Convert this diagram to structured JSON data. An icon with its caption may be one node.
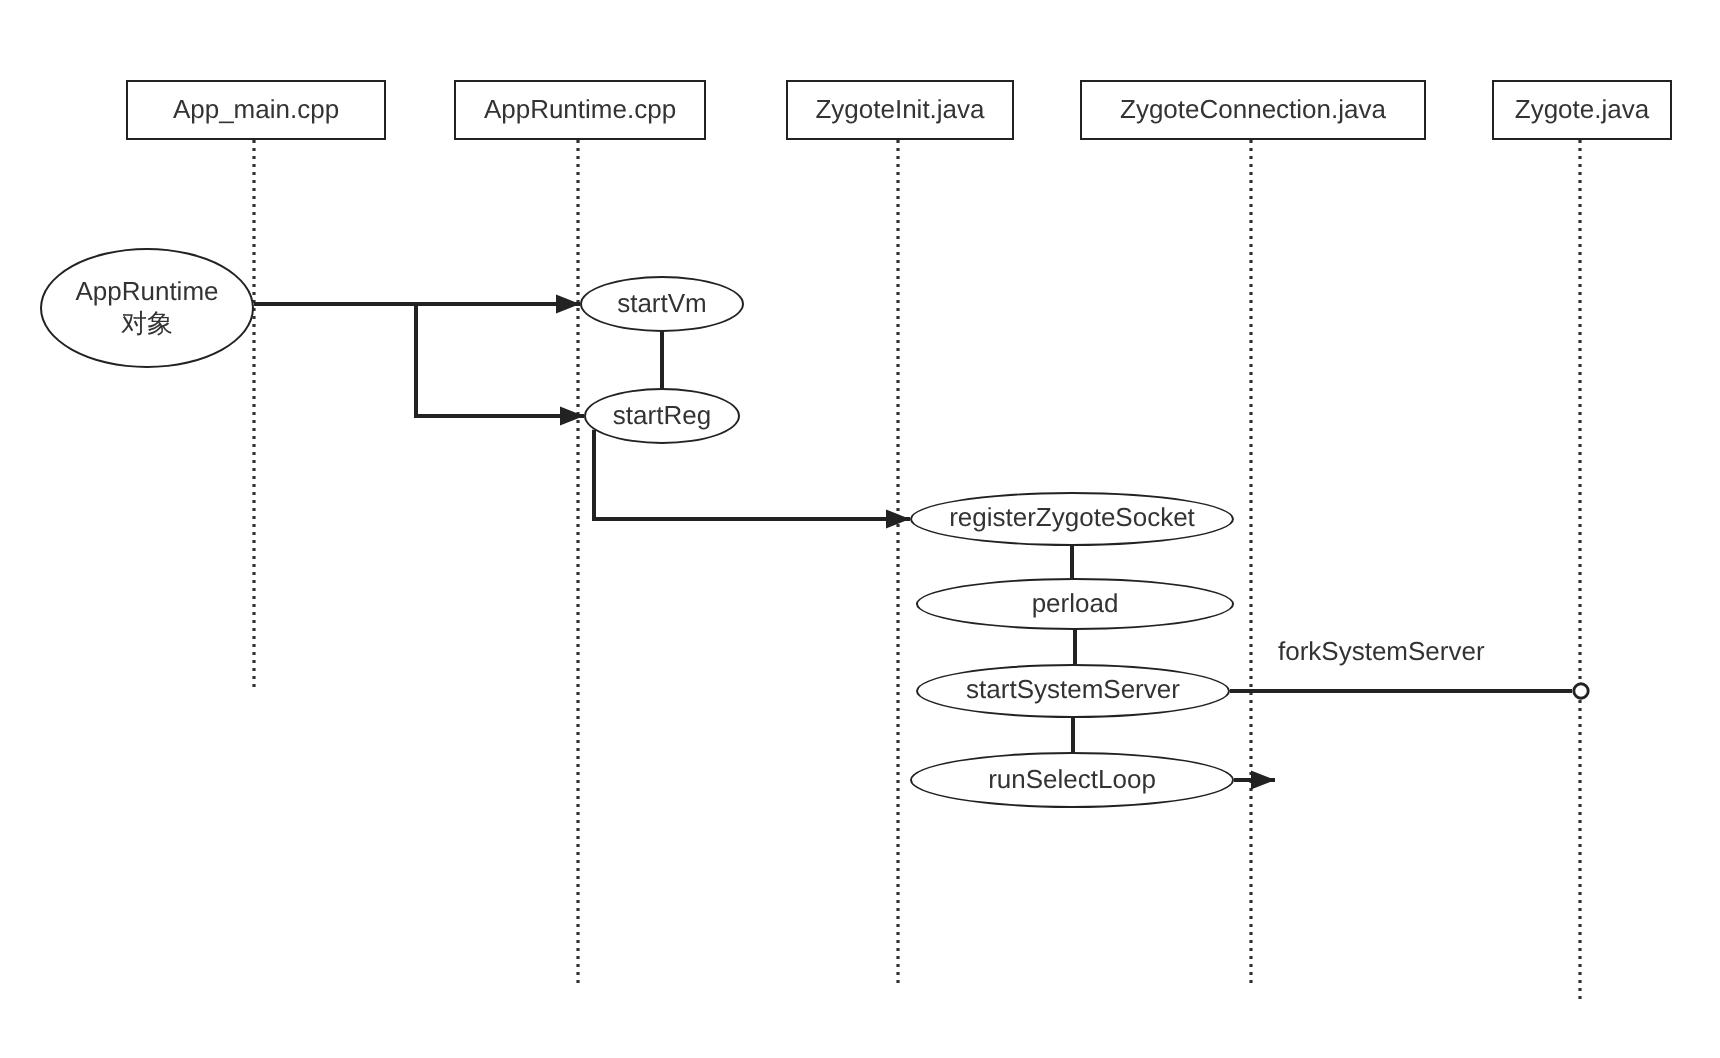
{
  "diagram": {
    "nodes": [
      {
        "text": [
          "App_main.cpp"
        ]
      },
      {
        "text": [
          "AppRuntime.cpp"
        ]
      },
      {
        "text": [
          "ZygoteInit.java"
        ]
      },
      {
        "text": [
          "ZygoteConnection.java"
        ]
      },
      {
        "text": [
          "Zygote.java"
        ]
      },
      {
        "text": [
          "AppRuntime 对象"
        ]
      },
      {
        "text": [
          "startVm"
        ]
      },
      {
        "text": [
          "startReg"
        ]
      },
      {
        "text": [
          "registerZygoteSocket"
        ]
      },
      {
        "text": [
          "perload"
        ]
      },
      {
        "text": [
          "startSystemServer"
        ]
      },
      {
        "text": [
          "runSelectLoop"
        ]
      }
    ],
    "edges": [
      {
        "from": 5,
        "to": 6,
        "arrow": "to"
      },
      {
        "from": 5,
        "to": 7,
        "arrow": "to"
      },
      {
        "from": 6,
        "to": 7,
        "arrow": "none"
      },
      {
        "from": 7,
        "to": 8,
        "arrow": "to"
      },
      {
        "from": 8,
        "to": 9,
        "arrow": "none"
      },
      {
        "from": 9,
        "to": 10,
        "arrow": "none"
      },
      {
        "from": 10,
        "to": 11,
        "arrow": "none"
      },
      {
        "from": 10,
        "to": null,
        "arrow": "other",
        "label": "forkSystemServer"
      },
      {
        "from": 11,
        "to": null,
        "arrow": "to"
      }
    ]
  }
}
